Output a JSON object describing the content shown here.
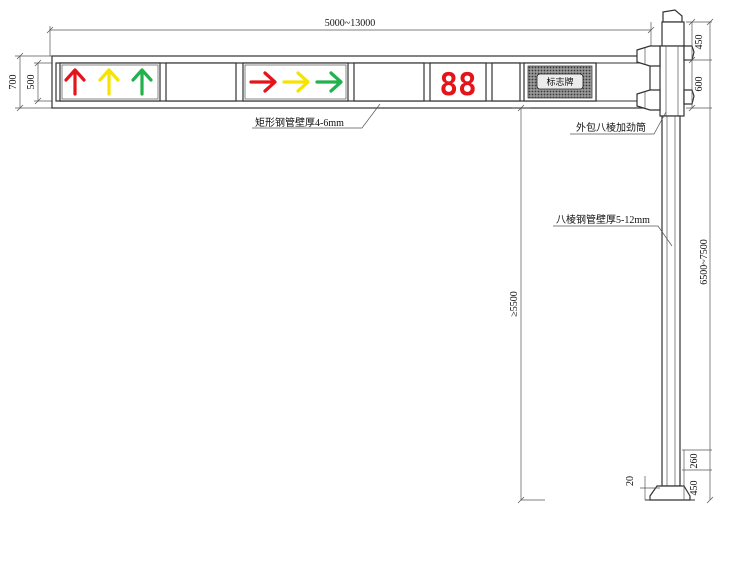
{
  "dimensions": {
    "arm_length": "5000~13000",
    "arm_height_outer": "700",
    "arm_height_inner": "500",
    "pole_top_segment": "450",
    "pole_second_segment": "600",
    "pole_total_height": "6500~7500",
    "clearance": "≥5500",
    "base_flange": "260",
    "base_height": "450",
    "base_gap": "20"
  },
  "labels": {
    "arm_tube": "矩形钢管壁厚4-6mm",
    "stiffener_sleeve": "外包八棱加劲筒",
    "pole_tube": "八棱钢管壁厚5-12mm"
  },
  "display": {
    "countdown_digits": "88",
    "sign_text": "标志牌"
  },
  "signals": {
    "arrow_group_1": [
      {
        "direction": "up",
        "color": "#e3151b"
      },
      {
        "direction": "up",
        "color": "#f4e400"
      },
      {
        "direction": "up",
        "color": "#22b14c"
      }
    ],
    "arrow_group_2": [
      {
        "direction": "right",
        "color": "#e3151b"
      },
      {
        "direction": "right",
        "color": "#f4e400"
      },
      {
        "direction": "right",
        "color": "#22b14c"
      }
    ]
  },
  "colors": {
    "countdown": "#e3151b",
    "sign_panel": "#7a7a7a"
  }
}
